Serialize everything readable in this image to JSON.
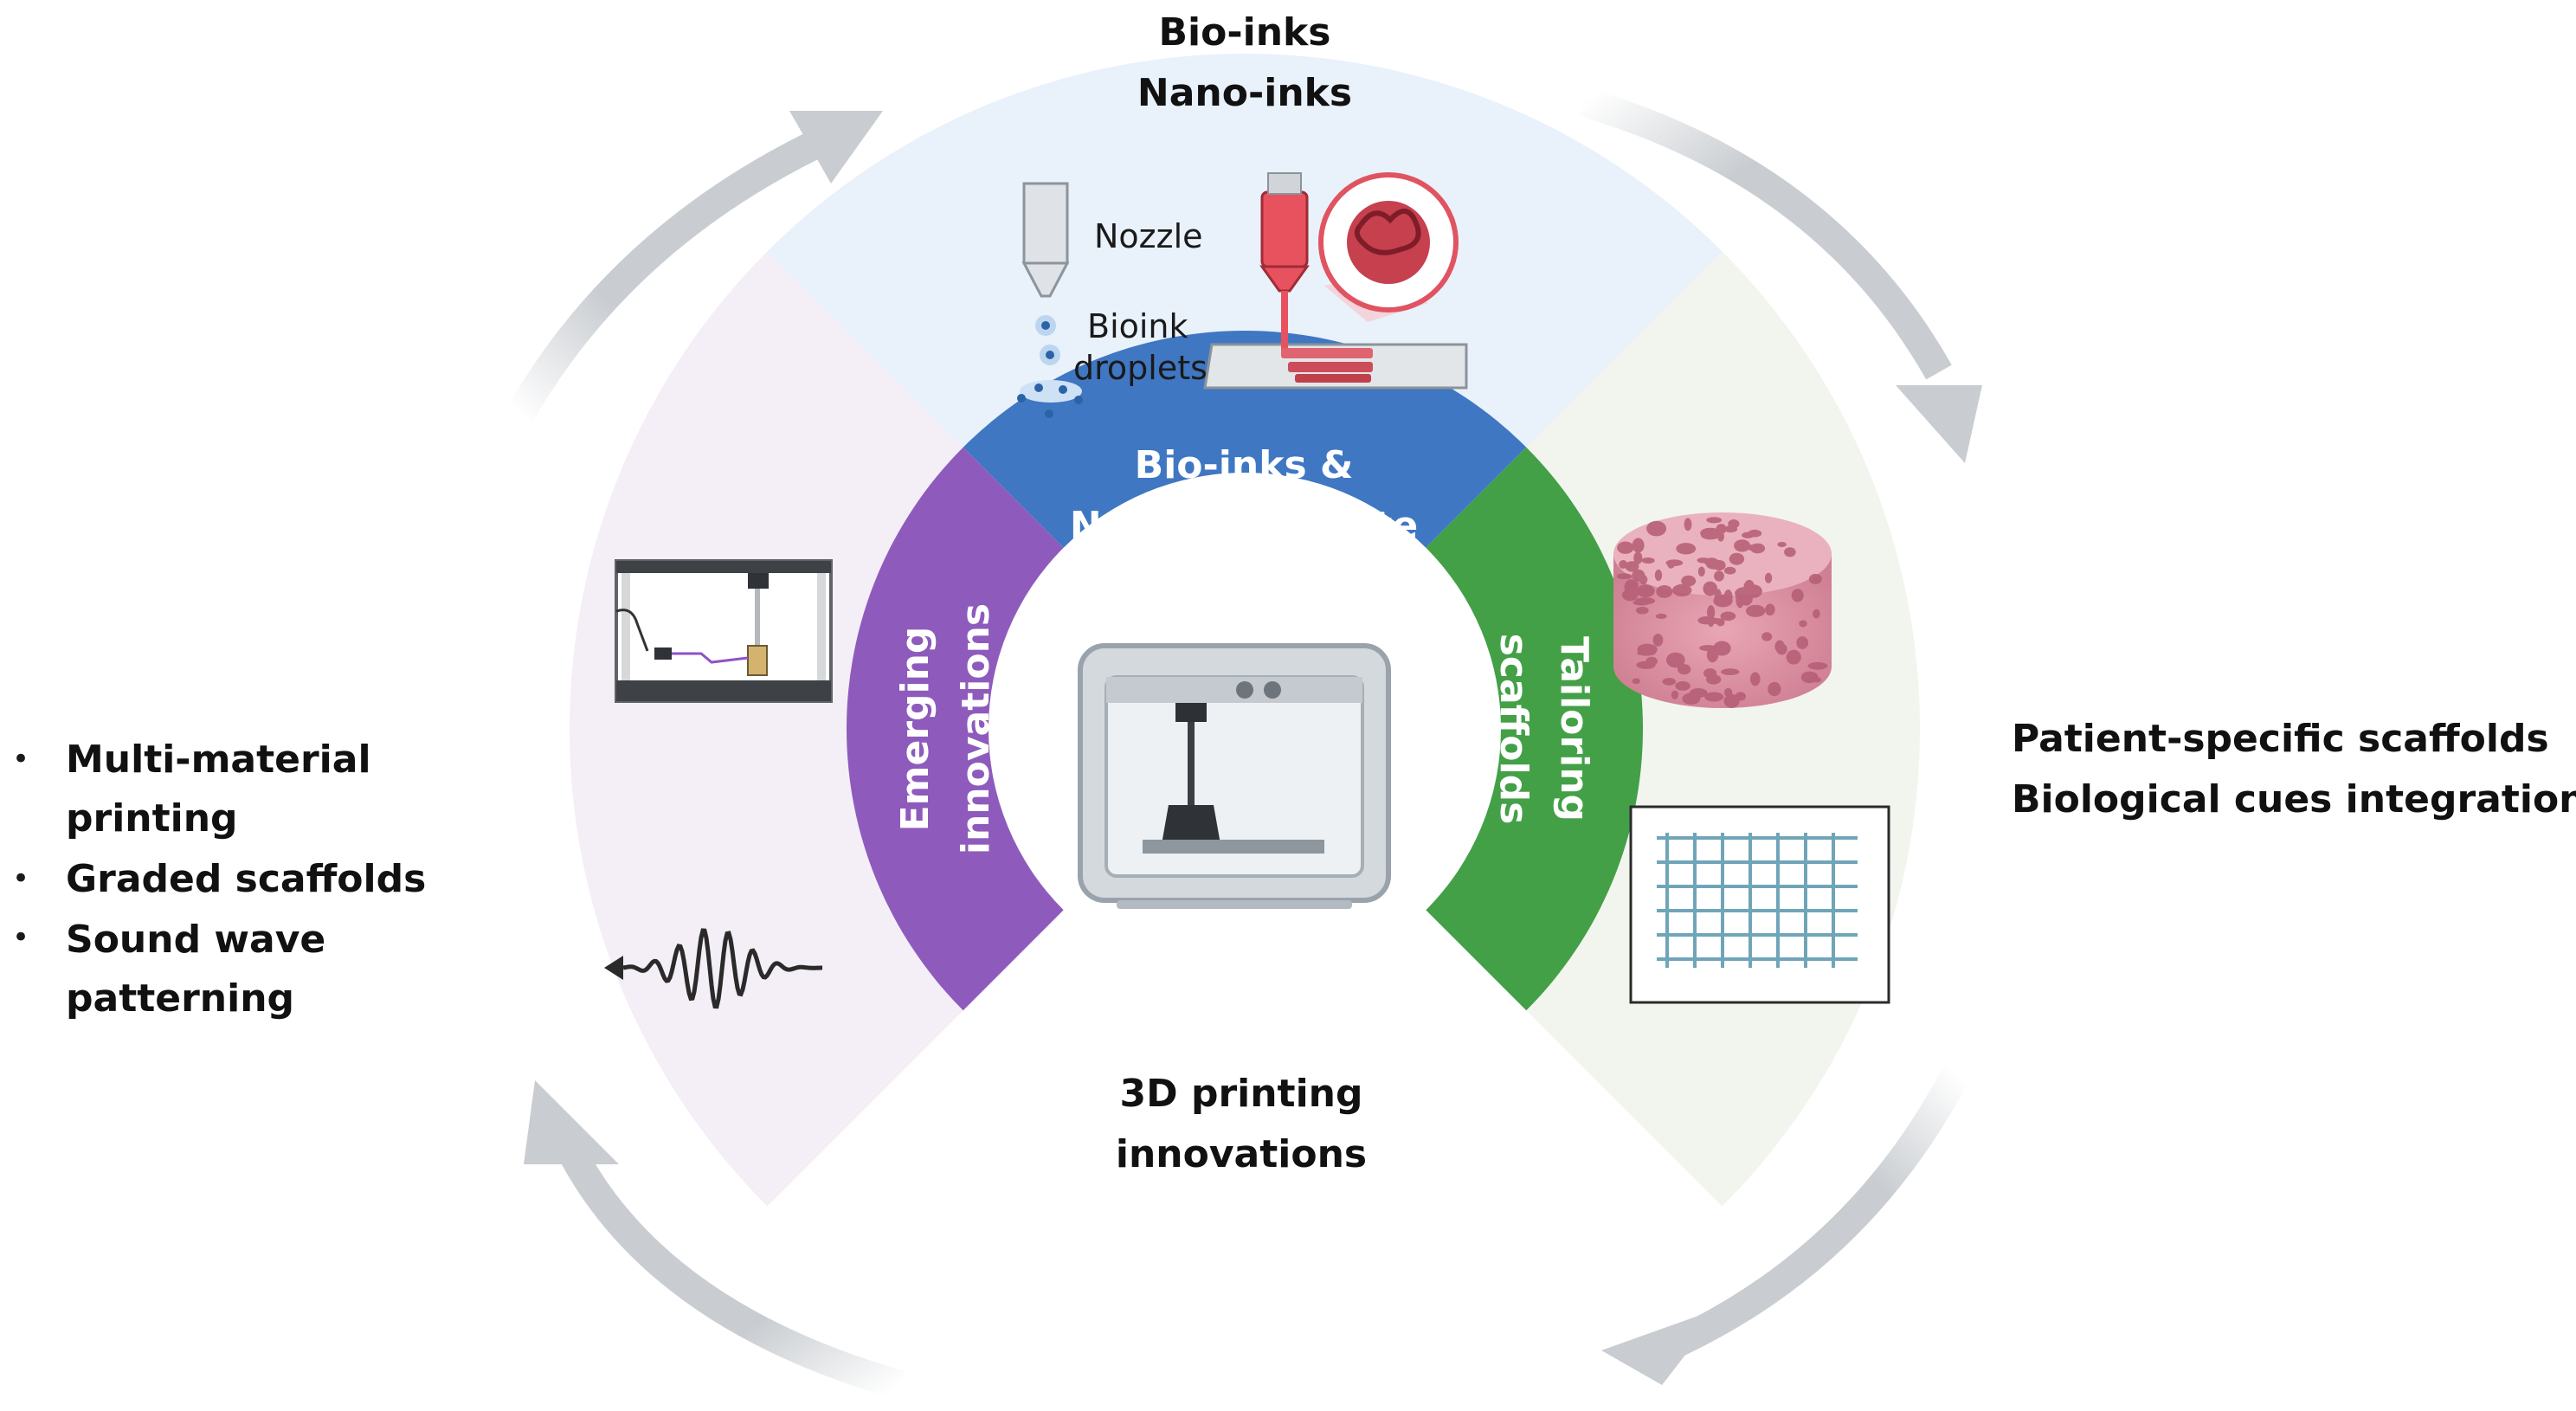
{
  "top_text": [
    "Bio-inks",
    "Nano-inks"
  ],
  "right_text": [
    "Patient-specific scaffolds",
    "Biological cues integration"
  ],
  "left_list": {
    "bullet": "•",
    "items": [
      [
        "Multi-material",
        "printing"
      ],
      [
        "Graded scaffolds"
      ],
      [
        "Sound wave",
        "patterning"
      ]
    ]
  },
  "center_text": [
    "3D printing",
    "innovations"
  ],
  "segments": {
    "top": {
      "lines": [
        "Bio-inks &",
        "Nano-composite"
      ],
      "color": "#3f77c2"
    },
    "left": {
      "lines": [
        "Emerging",
        "innovations"
      ],
      "color": "#8e5bbd"
    },
    "right": {
      "lines": [
        "Tailoring",
        "scaffolds"
      ],
      "color": "#43a047"
    }
  },
  "sectors": {
    "top_color": "#e9f1fb",
    "left_color": "#f4eef6",
    "right_color": "#f2f5ee"
  },
  "labels": {
    "nozzle": "Nozzle",
    "bioink": "Bioink",
    "droplets": "droplets"
  },
  "arrow_color": "#c9cdd1"
}
